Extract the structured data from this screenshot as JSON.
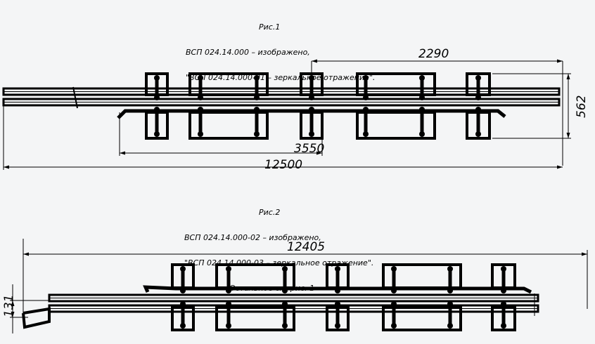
{
  "figure1": {
    "title": "Рис.1",
    "line1": "ВСП 024.14.000 – изображено,",
    "line2": "\"ВСП 024.14.000-01 – зеркальное отражение\".",
    "dimensions": {
      "top_span": "2290",
      "height": "562",
      "middle_span": "3550",
      "total_length": "12500"
    }
  },
  "figure2": {
    "title": "Рис.2",
    "line1": "ВСП 024.14.000-02 – изображено,",
    "line2": "\"ВСП 024.14.000-03 – зеркальное отражение\".",
    "line3": "Остальное см. рис. 1",
    "dimensions": {
      "total_length": "12405",
      "offset": "131"
    }
  },
  "colors": {
    "ink": "#000000",
    "paper": "#f4f5f6"
  }
}
